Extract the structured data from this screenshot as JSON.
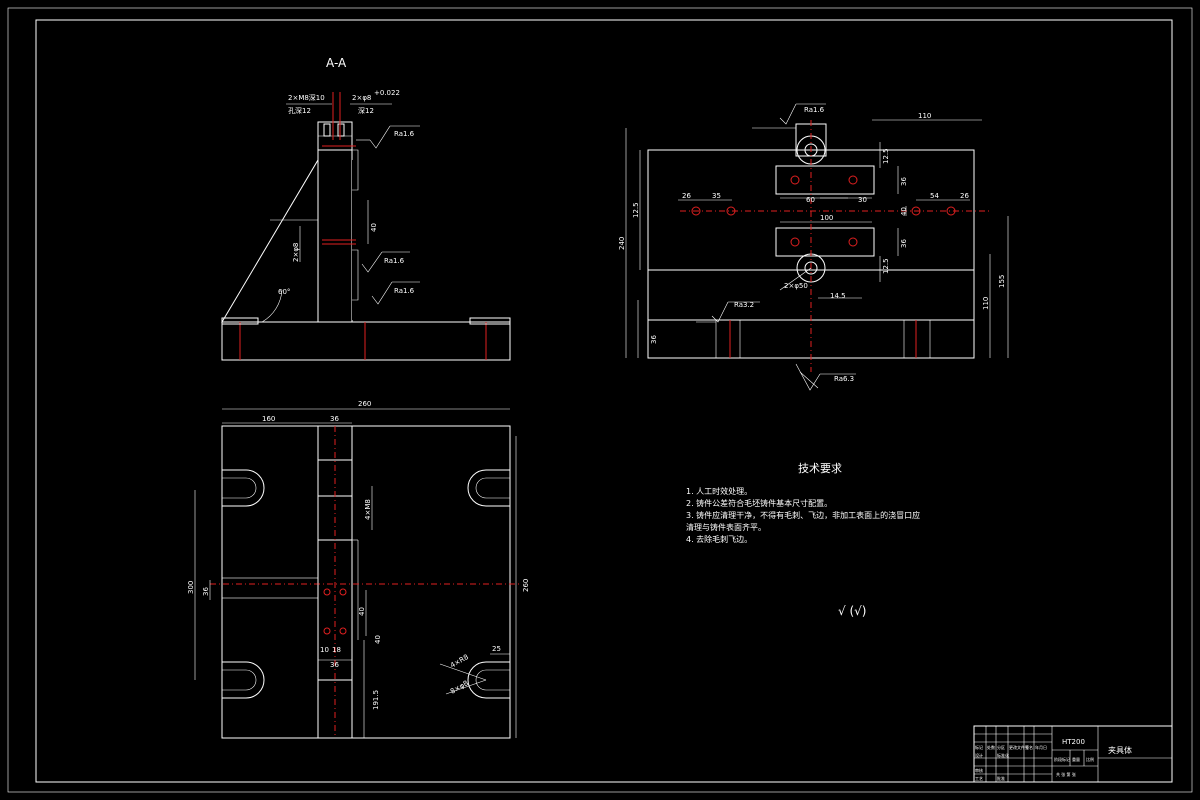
{
  "section_label": "A-A",
  "top_notes": {
    "note1_line1": "2×M8深10",
    "note1_line2": "孔深12",
    "note2_line1": "2×φ8",
    "note2_tol": "+0.022",
    "note2_line2": "深12"
  },
  "angle_label": "60°",
  "roughness": {
    "ra16": "Ra1.6",
    "ra32": "Ra3.2",
    "ra63": "Ra6.3"
  },
  "left_dims": {
    "d_vert1": "4×φ8",
    "d_tol": "2×φ8",
    "d_40": "40"
  },
  "plan_dims": {
    "total_width": "260",
    "left_offset": "160",
    "web_width": "36",
    "height_outer": "300",
    "height_inner": "260",
    "center": "36",
    "d40a": "40",
    "d40b": "40",
    "d10": "10",
    "d18": "18",
    "d36b": "36",
    "d191": "191.5",
    "d25": "25",
    "d4xm8": "4×M8",
    "d4xr": "4×R8",
    "d8": "8×φ8"
  },
  "right_dims": {
    "top110": "110",
    "d125a": "12.5",
    "d125b": "12.5",
    "d36a": "36",
    "d36b": "36",
    "d26a": "26",
    "d35a": "35",
    "d60": "60",
    "d30": "30",
    "d100": "100",
    "d40": "40",
    "d54": "54",
    "d26b": "26",
    "d240": "240",
    "d125": "12.5",
    "d155": "155",
    "d110": "110",
    "d36c": "36",
    "d2phi50": "2×φ50",
    "d14": "14.5"
  },
  "tech": {
    "title": "技术要求",
    "items": [
      "1. 人工时效处理。",
      "2. 铸件公差符合毛坯铸件基本尺寸配置。",
      "3. 铸件应清理干净，不得有毛刺、飞边，非加工表面上的浇冒口应",
      "清理与铸件表面齐平。",
      "4. 去除毛刺飞边。"
    ],
    "roughness_symbol": "√ (√)"
  },
  "title_block": {
    "material": "HT200",
    "name": "夹具体",
    "labels": [
      "标记",
      "处数",
      "分区",
      "更改文件号",
      "签名",
      "年月日",
      "设计",
      "标准化",
      "审核",
      "工艺",
      "批准",
      "阶段标记",
      "重量",
      "比例",
      "共 张 第 张"
    ]
  }
}
